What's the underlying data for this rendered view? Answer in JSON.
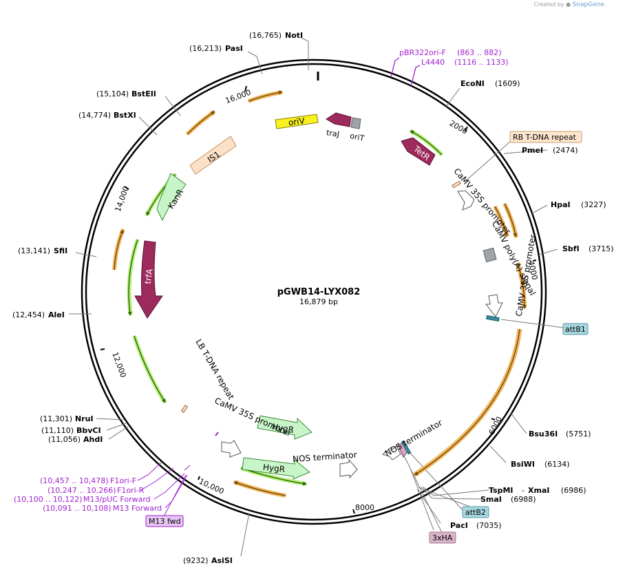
{
  "credit": {
    "prefix": "Created by",
    "brand": "SnapGene"
  },
  "plasmid": {
    "name": "pGWB14-LYX082",
    "size_label": "16,879 bp"
  },
  "ticks": [
    "16,000",
    "2000",
    "4000",
    "6000",
    "8000",
    "10,000",
    "12,000",
    "14,000"
  ],
  "sites": [
    {
      "name": "NotI",
      "pos": "(16,765)"
    },
    {
      "name": "PasI",
      "pos": "(16,213)"
    },
    {
      "name": "BstEII",
      "pos": "(15,104)"
    },
    {
      "name": "BstXI",
      "pos": "(14,774)"
    },
    {
      "name": "SfiI",
      "pos": "(13,141)"
    },
    {
      "name": "AleI",
      "pos": "(12,454)"
    },
    {
      "name": "NruI",
      "pos": "(11,301)"
    },
    {
      "name": "BbvCI",
      "pos": "(11,110)"
    },
    {
      "name": "AhdI",
      "pos": "(11,056)"
    },
    {
      "name": "AsiSI",
      "pos": "(9232)"
    },
    {
      "name": "EcoNI",
      "pos": "(1609)"
    },
    {
      "name": "PmeI",
      "pos": "(2474)"
    },
    {
      "name": "HpaI",
      "pos": "(3227)"
    },
    {
      "name": "SbfI",
      "pos": "(3715)"
    },
    {
      "name": "Bsu36I",
      "pos": "(5751)"
    },
    {
      "name": "BsiWI",
      "pos": "(6134)"
    },
    {
      "name": "TspMI",
      "name2": "XmaI",
      "pos": "(6986)"
    },
    {
      "name": "SmaI",
      "pos": "(6988)"
    },
    {
      "name": "PacI",
      "pos": "(7035)"
    }
  ],
  "primers_top": [
    {
      "name": "pBR322ori-F",
      "range": "(863 .. 882)"
    },
    {
      "name": "L4440",
      "range": "(1116 .. 1133)"
    }
  ],
  "primers_bottom": [
    {
      "range": "(10,457 .. 10,478)",
      "name": "F1ori-F"
    },
    {
      "range": "(10,247 .. 10,266)",
      "name": "F1ori-R"
    },
    {
      "range": "(10,100 .. 10,122)",
      "name": "M13/pUC Forward"
    },
    {
      "range": "(10,091 .. 10,108)",
      "name": "M13 Forward"
    }
  ],
  "boxed_labels": {
    "rb": "RB T-DNA repeat",
    "attB1": "attB1",
    "attB2": "attB2",
    "ha": "3xHA",
    "m13": "M13 fwd"
  },
  "features": {
    "oriV": "oriV",
    "traJ": "traJ",
    "oriT": "oriT",
    "TetR": "TetR",
    "IS1": "IS1",
    "KanR": "KanR",
    "trfA": "trfA",
    "HygR1": "HygR",
    "HygR2": "HygR",
    "p35s_1": "CaMV 35S promoter",
    "polyA": "CaMV poly(A) signal",
    "p35s_2": "CaMV 35S promoter",
    "lb": "LB T-DNA repeat",
    "p35s_3": "CaMV 35S promoter",
    "nos1": "NOS terminator",
    "nos2": "NOS terminator"
  }
}
